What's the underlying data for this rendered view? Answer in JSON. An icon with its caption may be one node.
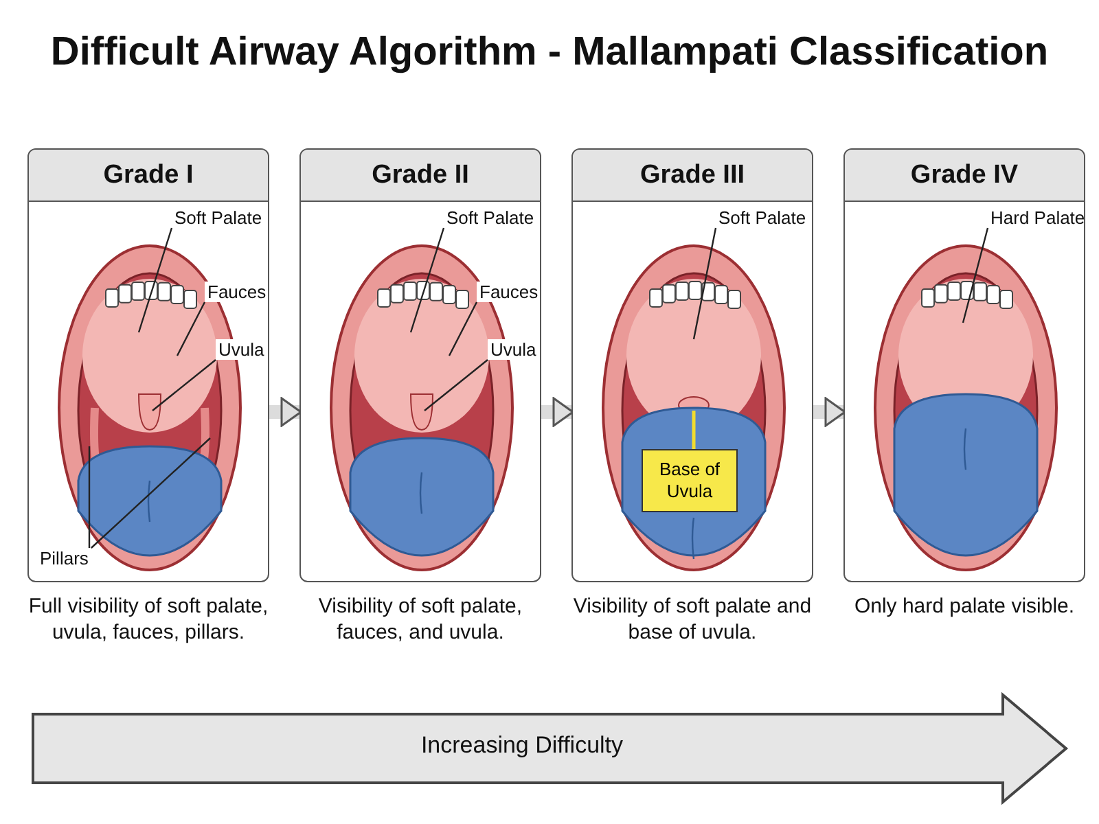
{
  "diagram": {
    "title": "Difficult Airway Algorithm - Mallampati Classification",
    "nodes": [
      {
        "text": [
          "Grade I"
        ],
        "beside": [
          "Full visibility of soft palate, uvula, fauces, pillars."
        ]
      },
      {
        "text": [
          "Soft Palate"
        ],
        "in": 0
      },
      {
        "text": [
          "Fauces"
        ],
        "in": 0
      },
      {
        "text": [
          "Uvula"
        ],
        "in": 0
      },
      {
        "text": [
          "Pillars"
        ],
        "in": 0
      },
      {
        "text": [
          "Grade II"
        ],
        "beside": [
          "Visibility of soft palate, fauces, and uvula."
        ]
      },
      {
        "text": [
          "Soft Palate"
        ],
        "in": 5
      },
      {
        "text": [
          "Fauces"
        ],
        "in": 5
      },
      {
        "text": [
          "Uvula"
        ],
        "in": 5
      },
      {
        "text": [
          "Grade III"
        ],
        "beside": [
          "Visibility of soft palate and base of uvula."
        ]
      },
      {
        "text": [
          "Soft Palate"
        ],
        "in": 9
      },
      {
        "text": [
          "Base of Uvula"
        ],
        "in": 9
      },
      {
        "text": [
          "Grade IV"
        ],
        "beside": [
          "Only hard palate visible."
        ]
      },
      {
        "text": [
          "Hard Palate"
        ],
        "in": 12
      }
    ],
    "edges": [
      {
        "from": 0,
        "to": 5,
        "arrow": "to",
        "style": "thick",
        "color": "#dcdcdc"
      },
      {
        "from": 5,
        "to": 9,
        "arrow": "to",
        "style": "thick",
        "color": "#dcdcdc"
      },
      {
        "from": 9,
        "to": 12,
        "arrow": "to",
        "style": "thick",
        "color": "#dcdcdc"
      },
      {
        "from": 1,
        "to": null,
        "arrow": "none"
      },
      {
        "from": 2,
        "to": null,
        "arrow": "none"
      },
      {
        "from": 3,
        "to": null,
        "arrow": "none"
      },
      {
        "from": 4,
        "to": null,
        "arrow": "none"
      },
      {
        "from": 4,
        "to": null,
        "arrow": "none"
      },
      {
        "from": 6,
        "to": null,
        "arrow": "none"
      },
      {
        "from": 7,
        "to": null,
        "arrow": "none"
      },
      {
        "from": 8,
        "to": null,
        "arrow": "none"
      },
      {
        "from": 10,
        "to": null,
        "arrow": "none"
      },
      {
        "from": 11,
        "to": null,
        "arrow": "none",
        "color": "#f2dc2e"
      },
      {
        "from": 13,
        "to": null,
        "arrow": "none"
      }
    ],
    "labels": [
      "Increasing Difficulty"
    ]
  }
}
